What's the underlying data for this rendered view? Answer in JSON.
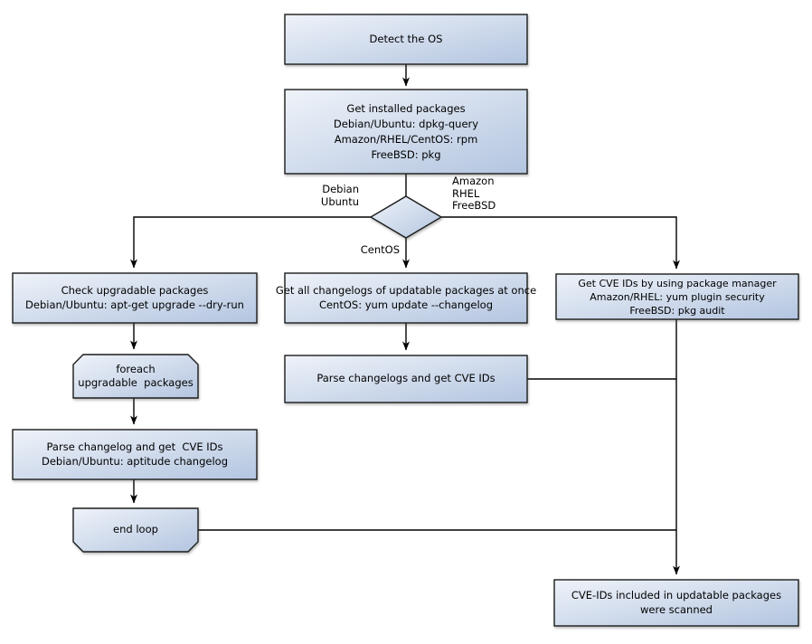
{
  "diagram_type": "flowchart",
  "colors": {
    "background": "#ffffff",
    "node_fill_light": "#eff3f9",
    "node_fill_dark": "#b3c5e0",
    "node_border": "#1c1c1c",
    "connector": "#000000",
    "text": "#000000"
  },
  "nodes": {
    "detect_os": {
      "lines": [
        "Detect the OS"
      ]
    },
    "get_installed_packages": {
      "lines": [
        "Get installed packages",
        "Debian/Ubuntu: dpkg-query",
        "Amazon/RHEL/CentOS: rpm",
        "FreeBSD: pkg"
      ]
    },
    "check_upgradable_packages": {
      "lines": [
        "Check upgradable packages",
        "Debian/Ubuntu: apt-get upgrade --dry-run"
      ]
    },
    "foreach_loop_start": {
      "lines": [
        "foreach",
        "upgradable  packages"
      ]
    },
    "parse_changelog_left": {
      "lines": [
        "Parse changelog and get  CVE IDs",
        "Debian/Ubuntu: aptitude changelog"
      ]
    },
    "end_loop": {
      "lines": [
        "end loop"
      ]
    },
    "get_all_changelogs": {
      "lines": [
        "Get all changelogs of updatable packages at once",
        "CentOS: yum update --changelog"
      ]
    },
    "parse_changelogs_mid": {
      "lines": [
        "Parse changelogs and get CVE IDs"
      ]
    },
    "get_cve_ids_right": {
      "lines": [
        "Get CVE IDs by using package manager",
        "Amazon/RHEL: yum plugin security",
        "FreeBSD: pkg audit"
      ]
    },
    "scanned_result": {
      "lines": [
        "CVE-IDs included in updatable packages",
        "were scanned"
      ]
    }
  },
  "edge_labels": {
    "debian_ubuntu": {
      "lines": [
        "Debian",
        "Ubuntu"
      ]
    },
    "amazon_rhel_freebsd": {
      "lines": [
        "Amazon",
        "RHEL",
        "FreeBSD"
      ]
    },
    "centos": {
      "lines": [
        "CentOS"
      ]
    }
  }
}
